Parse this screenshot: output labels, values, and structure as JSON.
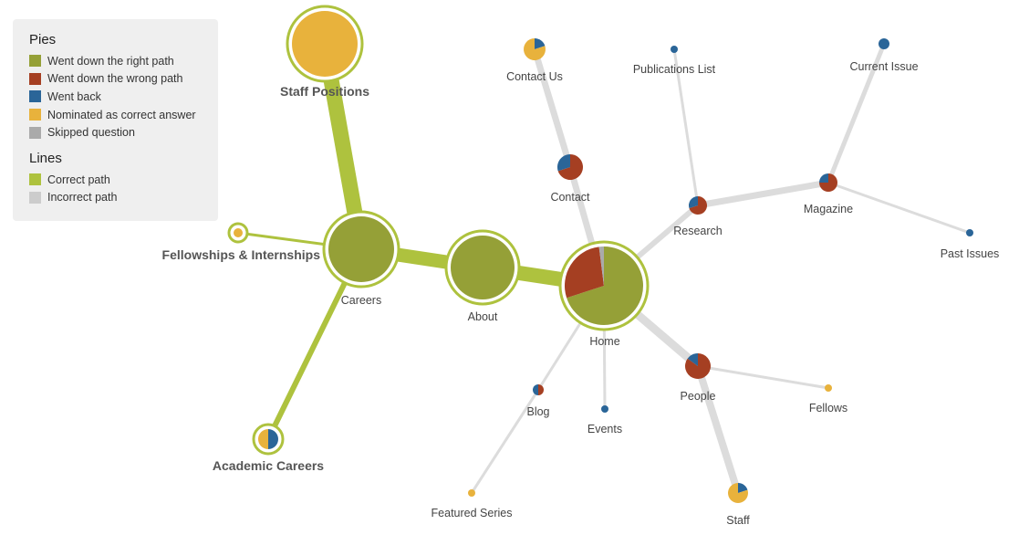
{
  "legend": {
    "pies_heading": "Pies",
    "pies": [
      {
        "label": "Went down the right path",
        "color": "#95a037"
      },
      {
        "label": "Went down the wrong path",
        "color": "#a53f22"
      },
      {
        "label": "Went back",
        "color": "#2a6598"
      },
      {
        "label": "Nominated as correct answer",
        "color": "#e8b23c"
      },
      {
        "label": "Skipped question",
        "color": "#aaaaaa"
      }
    ],
    "lines_heading": "Lines",
    "lines": [
      {
        "label": "Correct path",
        "color": "#aec23e"
      },
      {
        "label": "Incorrect path",
        "color": "#cccccc"
      }
    ]
  },
  "nodes": [
    {
      "id": "home",
      "label": "Home",
      "slices": {
        "right": 0.7,
        "wrong": 0.28,
        "back": 0.0,
        "nominated": 0.0,
        "skipped": 0.02
      }
    },
    {
      "id": "about",
      "label": "About",
      "slices": {
        "right": 1.0
      }
    },
    {
      "id": "careers",
      "label": "Careers",
      "slices": {
        "right": 1.0
      }
    },
    {
      "id": "staff_positions",
      "label": "Staff Positions",
      "slices": {
        "nominated": 1.0
      }
    },
    {
      "id": "fellowships",
      "label": "Fellowships & Internships",
      "slices": {
        "nominated": 1.0
      }
    },
    {
      "id": "academic_careers",
      "label": "Academic Careers",
      "slices": {
        "nominated": 0.5,
        "back": 0.5
      }
    },
    {
      "id": "contact",
      "label": "Contact",
      "slices": {
        "wrong": 0.7,
        "back": 0.3
      }
    },
    {
      "id": "contact_us",
      "label": "Contact Us",
      "slices": {
        "nominated": 0.8,
        "back": 0.2
      }
    },
    {
      "id": "research",
      "label": "Research",
      "slices": {
        "wrong": 0.7,
        "back": 0.3
      }
    },
    {
      "id": "publications_list",
      "label": "Publications List",
      "slices": {
        "back": 1.0
      }
    },
    {
      "id": "magazine",
      "label": "Magazine",
      "slices": {
        "wrong": 0.75,
        "back": 0.25
      }
    },
    {
      "id": "current_issue",
      "label": "Current Issue",
      "slices": {
        "back": 1.0
      }
    },
    {
      "id": "past_issues",
      "label": "Past Issues",
      "slices": {
        "back": 1.0
      }
    },
    {
      "id": "people",
      "label": "People",
      "slices": {
        "wrong": 0.85,
        "back": 0.15
      }
    },
    {
      "id": "fellows",
      "label": "Fellows",
      "slices": {
        "nominated": 1.0
      }
    },
    {
      "id": "staff",
      "label": "Staff",
      "slices": {
        "nominated": 0.8,
        "back": 0.2
      }
    },
    {
      "id": "blog",
      "label": "Blog",
      "slices": {
        "wrong": 0.5,
        "back": 0.5
      }
    },
    {
      "id": "events",
      "label": "Events",
      "slices": {
        "back": 1.0
      }
    },
    {
      "id": "featured_series",
      "label": "Featured Series",
      "slices": {
        "nominated": 1.0
      }
    }
  ],
  "links": [
    {
      "from": "home",
      "to": "about",
      "type": "correct"
    },
    {
      "from": "about",
      "to": "careers",
      "type": "correct"
    },
    {
      "from": "careers",
      "to": "staff_positions",
      "type": "correct"
    },
    {
      "from": "careers",
      "to": "fellowships",
      "type": "correct"
    },
    {
      "from": "careers",
      "to": "academic_careers",
      "type": "correct"
    },
    {
      "from": "home",
      "to": "contact",
      "type": "incorrect"
    },
    {
      "from": "contact",
      "to": "contact_us",
      "type": "incorrect"
    },
    {
      "from": "home",
      "to": "research",
      "type": "incorrect"
    },
    {
      "from": "research",
      "to": "publications_list",
      "type": "incorrect"
    },
    {
      "from": "research",
      "to": "magazine",
      "type": "incorrect"
    },
    {
      "from": "magazine",
      "to": "current_issue",
      "type": "incorrect"
    },
    {
      "from": "magazine",
      "to": "past_issues",
      "type": "incorrect"
    },
    {
      "from": "home",
      "to": "people",
      "type": "incorrect"
    },
    {
      "from": "people",
      "to": "fellows",
      "type": "incorrect"
    },
    {
      "from": "people",
      "to": "staff",
      "type": "incorrect"
    },
    {
      "from": "home",
      "to": "blog",
      "type": "incorrect"
    },
    {
      "from": "blog",
      "to": "featured_series",
      "type": "incorrect"
    },
    {
      "from": "home",
      "to": "events",
      "type": "incorrect"
    }
  ]
}
